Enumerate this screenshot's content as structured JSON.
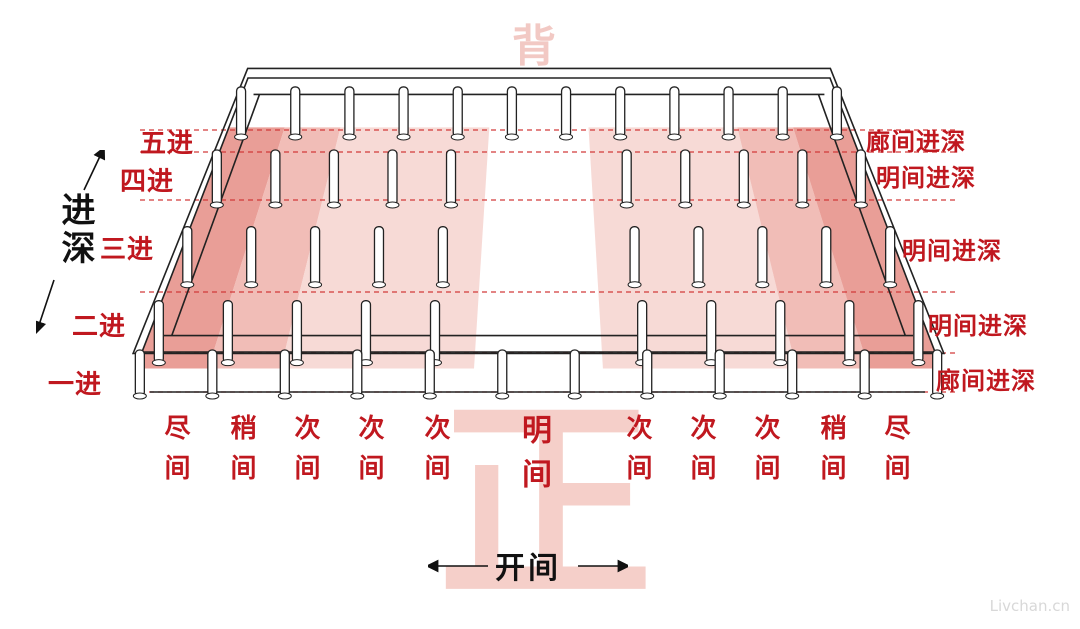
{
  "background": {
    "back": "背",
    "front": "正"
  },
  "depth_axis": {
    "label": "进深"
  },
  "bays_axis": {
    "label": "开间"
  },
  "left_rows": [
    "五进",
    "四进",
    "三进",
    "二进",
    "一进"
  ],
  "right_rows": [
    "廊间进深",
    "明间进深",
    "明间进深",
    "明间进深",
    "廊间进深"
  ],
  "bays": [
    "尽间",
    "稍间",
    "次间",
    "次间",
    "次间",
    "明间",
    "次间",
    "次间",
    "次间",
    "稍间",
    "尽间"
  ],
  "watermark": "Livchan.cn",
  "colors": {
    "label_red": "#c0181f",
    "fill_dark": "#e58d85",
    "fill_mid": "#efb1aa",
    "fill_light": "#f6d3cf",
    "dash": "#d23a3a"
  }
}
